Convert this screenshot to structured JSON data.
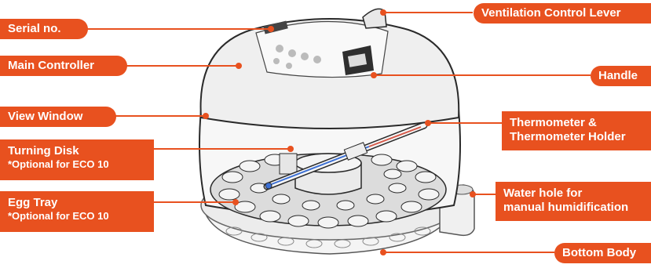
{
  "labels": {
    "serial_no": "Serial no.",
    "main_controller": "Main Controller",
    "view_window": "View Window",
    "turning_disk": "Turning Disk",
    "turning_disk_note": "*Optional for ECO 10",
    "egg_tray": "Egg Tray",
    "egg_tray_note": "*Optional for ECO 10",
    "ventilation_control_lever": "Ventilation Control Lever",
    "handle": "Handle",
    "thermometer_line1": "Thermometer &",
    "thermometer_line2": "Thermometer Holder",
    "water_hole_line1": "Water hole for",
    "water_hole_line2": "manual humidification",
    "bottom_body": "Bottom Body"
  },
  "colors": {
    "accent": "#e8511f",
    "label_text": "#ffffff",
    "outline": "#2a2a2a",
    "dome_fill": "#f2f2f2"
  }
}
